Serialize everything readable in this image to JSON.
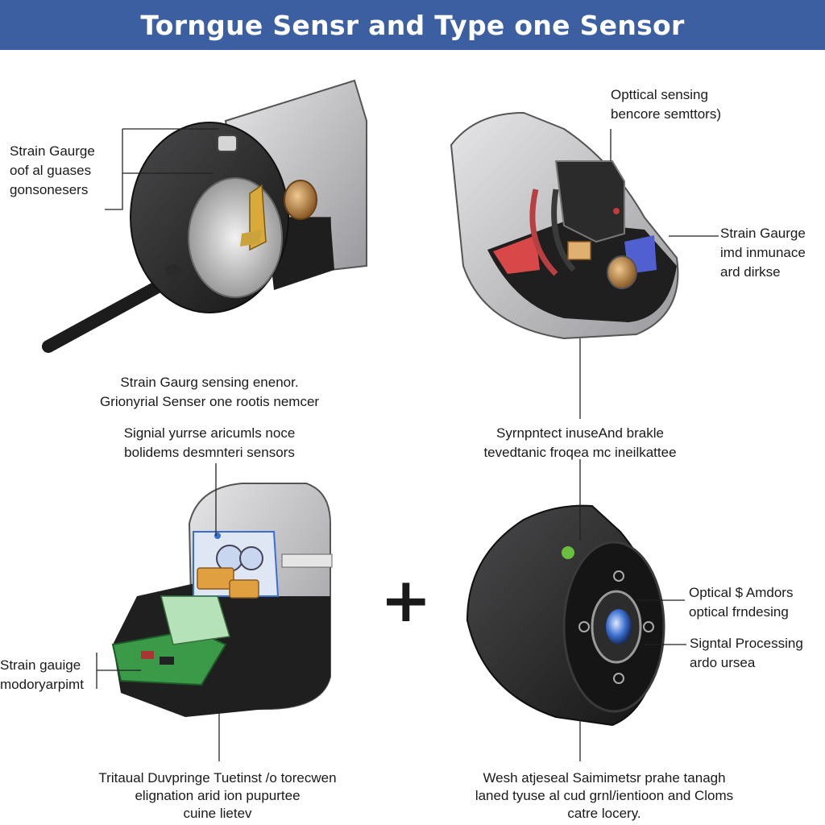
{
  "title": "Torngue Sensr and  Type one Sensor",
  "callouts": {
    "top_left_side": [
      "Strain Gaurge",
      "oof al guases",
      "gonsonesers"
    ],
    "top_right_top": [
      "Opttical sensing",
      "bencore semttors)"
    ],
    "top_right_side": [
      "Strain Gaurge",
      "imd inmunace",
      "ard dirkse"
    ],
    "top_left_caption": [
      "Strain Gaurg sensing enenor.",
      "Grionyrial Senser one rootis nemcer"
    ],
    "mid_left_caption": [
      "Signial yurrse aricumls noce",
      "bolidems desmnteri sensors"
    ],
    "mid_right_caption": [
      "Syrnpntect inuseAnd brakle",
      "tevedtanic froqea mc ineilkattee"
    ],
    "bottom_right_a": [
      "Optical $ Amdors",
      "optical frndesing"
    ],
    "bottom_right_b": [
      "Signtal Processing",
      "ardo ursea"
    ],
    "bottom_left_side": [
      "Strain gauige",
      "modoryarpimt"
    ],
    "bottom_left_caption": [
      "Tritaual Duvpringe  Tuetinst  /o torecwen",
      "elignation arid ion pupurtee",
      "cuine lietev"
    ],
    "bottom_right_caption": [
      "Wesh atjeseal Saimimetsr prahe tanagh",
      "laned tyuse al cud grnl/ientioon and Cloms",
      "catre locery."
    ]
  },
  "plus_sign": "+",
  "colors": {
    "title_bg": "#3b5fa0",
    "housing_black": "#222222",
    "housing_gray": "#c4c4c6",
    "pcb_green": "#3a9a48",
    "connector_orange": "#e0a040",
    "wire_red": "#d04040",
    "lens_blue": "#3a6fd0"
  }
}
